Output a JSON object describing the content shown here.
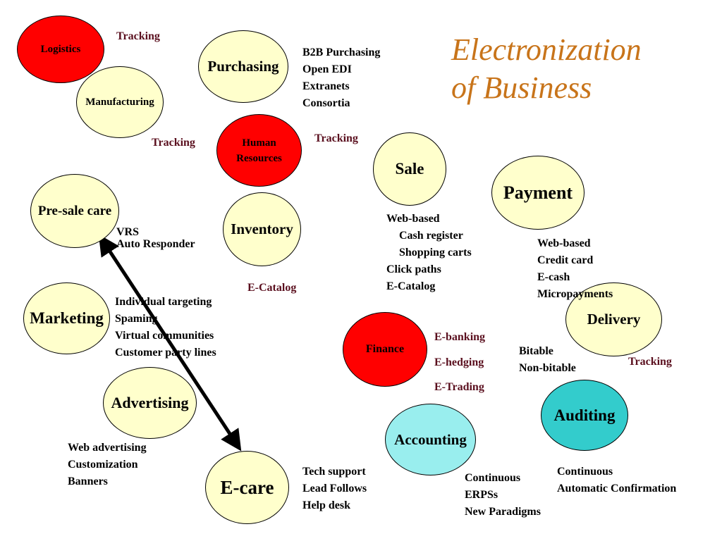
{
  "title": {
    "line1": "Electronization",
    "line2": "of Business"
  },
  "colors": {
    "red": "#ff0000",
    "cream": "#ffffcc",
    "light_teal": "#99eeee",
    "teal": "#33cccc",
    "title_orange": "#c8741a",
    "tracking_maroon": "#5a0f1e"
  },
  "nodes": {
    "logistics": "Logistics",
    "purchasing": "Purchasing",
    "manufacturing": "Manufacturing",
    "human_resources": [
      "Human",
      "Resources"
    ],
    "sale": "Sale",
    "payment": "Payment",
    "pre_sale_care": "Pre-sale care",
    "inventory": "Inventory",
    "marketing": "Marketing",
    "finance": "Finance",
    "delivery": "Delivery",
    "advertising": "Advertising",
    "auditing": "Auditing",
    "accounting": "Accounting",
    "e_care": "E-care"
  },
  "labels": {
    "tracking_logistics": "Tracking",
    "tracking_manufacturing": "Tracking",
    "tracking_hr": "Tracking",
    "tracking_delivery": "Tracking",
    "e_catalog": "E-Catalog",
    "e_banking": "E-banking",
    "e_hedging": "E-hedging",
    "e_trading": "E-Trading"
  },
  "lists": {
    "purchasing": [
      "B2B Purchasing",
      "Open EDI",
      "Extranets",
      "Consortia"
    ],
    "pre_sale_care": [
      "VRS",
      "Auto Responder"
    ],
    "sale": [
      "Web-based",
      "  Cash register",
      "  Shopping carts",
      "Click paths",
      "E-Catalog"
    ],
    "payment": [
      "Web-based",
      "Credit card",
      "E-cash",
      "Micropayments"
    ],
    "marketing": [
      "Individual targeting",
      "Spaming",
      "Virtual communities",
      "Customer party lines"
    ],
    "delivery": [
      "Bitable",
      "Non-bitable"
    ],
    "advertising": [
      "Web advertising",
      "Customization",
      "Banners"
    ],
    "e_care": [
      "Tech support",
      "Lead Follows",
      "Help desk"
    ],
    "accounting": [
      "Continuous",
      "ERPSs",
      "New Paradigms"
    ],
    "auditing": [
      "Continuous",
      "Automatic Confirmation"
    ]
  }
}
